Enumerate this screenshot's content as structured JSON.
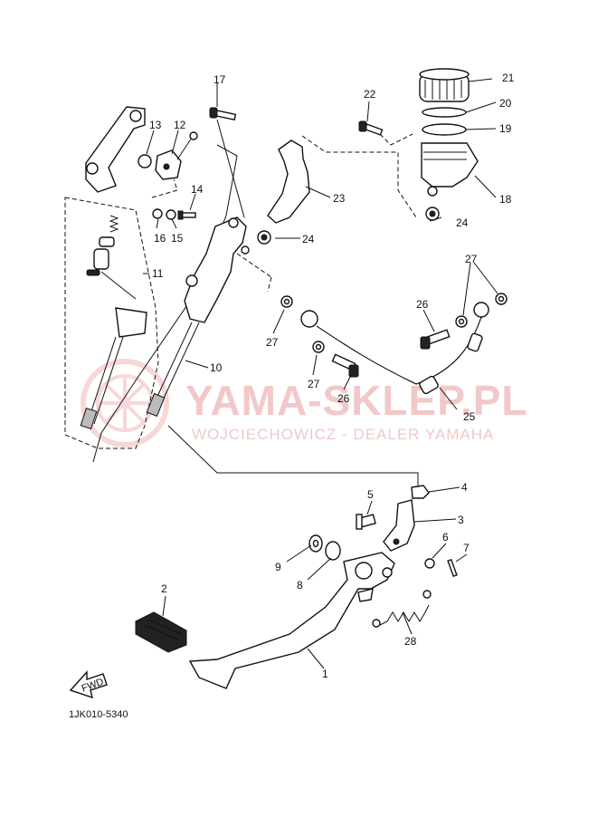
{
  "watermark": {
    "brand": "YAMA-SKLEP.PL",
    "dealer": "WOJCIECHOWICZ - DEALER YAMAHA",
    "accent_color": "#e08a8a"
  },
  "diagram_code": "1JK010-5340",
  "fwd_label": "FWD",
  "callouts": {
    "p1": "1",
    "p2": "2",
    "p3": "3",
    "p4": "4",
    "p5": "5",
    "p6": "6",
    "p7": "7",
    "p8": "8",
    "p9": "9",
    "p10": "10",
    "p11": "11",
    "p12": "12",
    "p13": "13",
    "p14": "14",
    "p15": "15",
    "p16": "16",
    "p17": "17",
    "p18": "18",
    "p19": "19",
    "p20": "20",
    "p21": "21",
    "p22": "22",
    "p23": "23",
    "p24a": "24",
    "p24b": "24",
    "p25": "25",
    "p26a": "26",
    "p26b": "26",
    "p27a": "27",
    "p27b": "27",
    "p27c": "27",
    "p28": "28"
  }
}
